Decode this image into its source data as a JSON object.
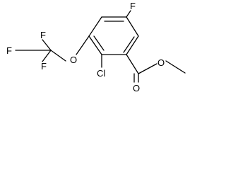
{
  "molecule": {
    "atoms": {
      "F_top": "F",
      "F_cf3_top": "F",
      "F_cf3_left": "F",
      "F_cf3_bottom": "F",
      "O_ether": "O",
      "Cl": "Cl",
      "O_carbonyl": "O",
      "O_ester": "O"
    }
  },
  "colors": {
    "bond": "#000000",
    "label": "#000000",
    "background": "#ffffff"
  }
}
